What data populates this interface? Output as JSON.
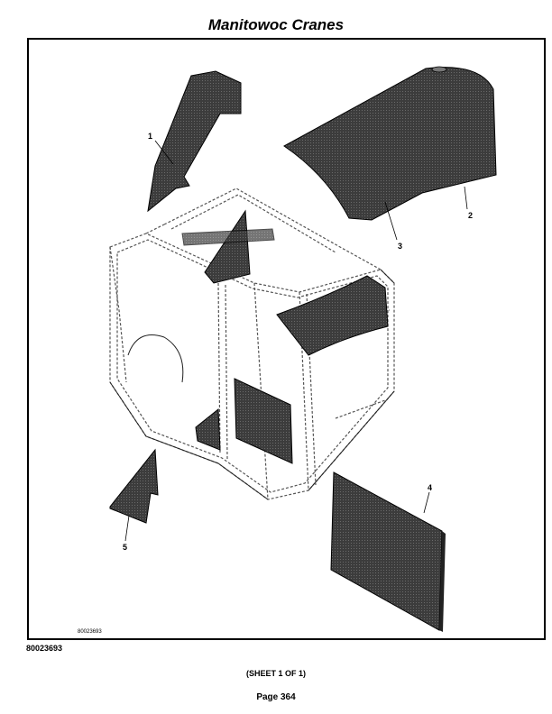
{
  "header": {
    "title": "Manitowoc Cranes"
  },
  "drawing": {
    "number_inner": "80023693",
    "callouts": [
      "1",
      "2",
      "3",
      "4",
      "5"
    ],
    "colors": {
      "panel": "#3a3a3a",
      "line": "#000000",
      "cab_line": "#555555"
    }
  },
  "footer": {
    "drawing_number": "80023693",
    "sheet": "(SHEET 1 OF 1)",
    "page": "Page 364"
  }
}
